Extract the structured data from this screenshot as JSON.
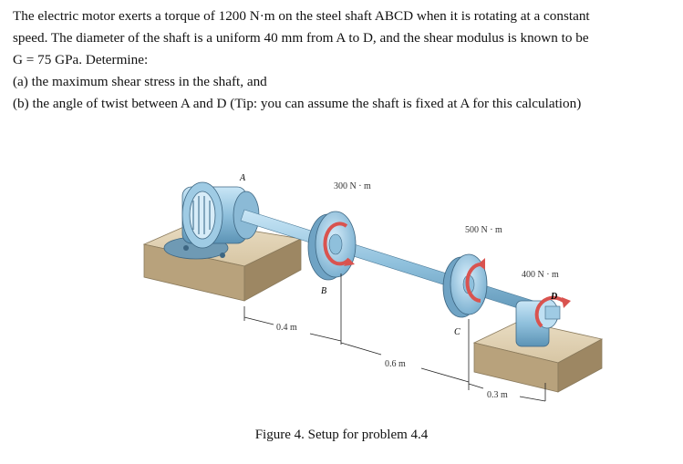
{
  "problem": {
    "lines": [
      "The electric motor exerts a torque of 1200 N·m on the steel shaft ABCD when it is rotating at a constant",
      "speed. The diameter of the shaft is a uniform 40 mm from A to D, and the shear modulus is known to be",
      "G = 75 GPa. Determine:",
      "(a) the maximum shear stress in the shaft, and",
      "(b) the angle of twist between A and D (Tip: you can assume the shaft is fixed at A for this calculation)"
    ]
  },
  "figure": {
    "labels": {
      "point_a": "A",
      "point_b": "B",
      "point_c": "C",
      "point_d": "D",
      "torque_b": "300 N · m",
      "torque_c": "500 N · m",
      "torque_d": "400 N · m",
      "length_ab": "0.4 m",
      "length_bc": "0.6 m",
      "length_cd": "0.3 m"
    },
    "caption": "Figure 4. Setup for problem 4.4"
  }
}
